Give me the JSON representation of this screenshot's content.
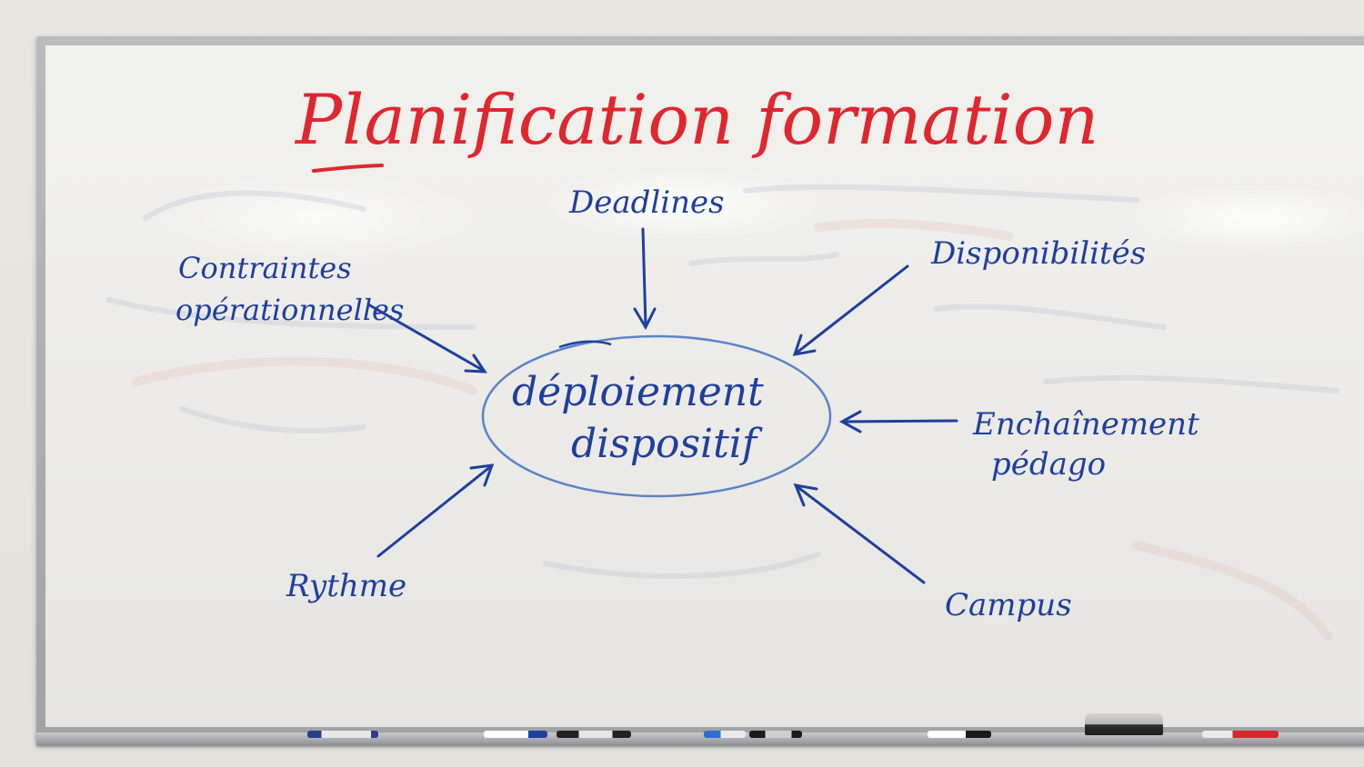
{
  "title": "Planification formation",
  "center": {
    "line1": "déploiement",
    "line2": "dispositif"
  },
  "labels": {
    "deadlines": "Deadlines",
    "contraintes_1": "Contraintes",
    "contraintes_2": "opérationnelles",
    "disponibilites": "Disponibilités",
    "enchainement_1": "Enchaînement",
    "enchainement_2": "pédago",
    "rythme": "Rythme",
    "campus": "Campus"
  },
  "colors": {
    "title_ink": "#e0262e",
    "body_ink": "#1f3f9e",
    "ellipse_ink": "#5b82c9"
  }
}
